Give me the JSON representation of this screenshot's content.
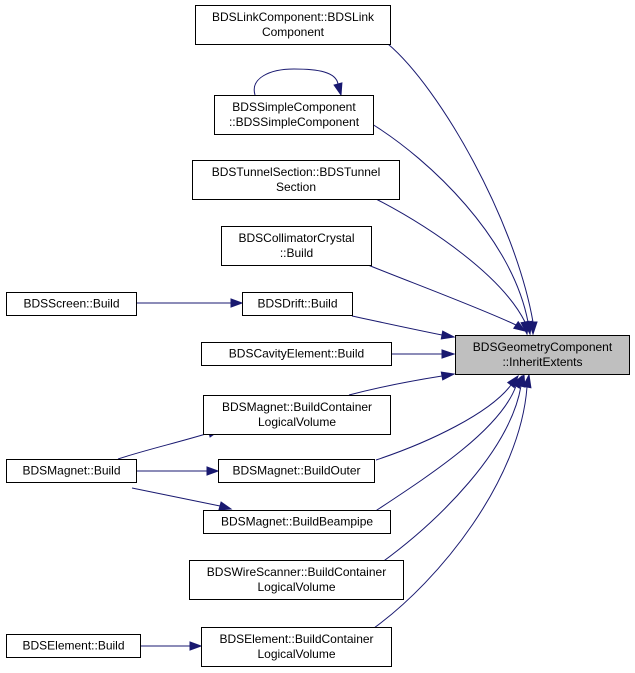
{
  "diagram": {
    "nodes": [
      {
        "id": "n_link",
        "lines": [
          "BDSLinkComponent::BDSLink",
          "Component"
        ]
      },
      {
        "id": "n_simple",
        "lines": [
          "BDSSimpleComponent",
          "::BDSSimpleComponent"
        ]
      },
      {
        "id": "n_tunnel",
        "lines": [
          "BDSTunnelSection::BDSTunnel",
          "Section"
        ]
      },
      {
        "id": "n_crystal",
        "lines": [
          "BDSCollimatorCrystal",
          "::Build"
        ]
      },
      {
        "id": "n_screen",
        "lines": [
          "BDSScreen::Build"
        ]
      },
      {
        "id": "n_drift",
        "lines": [
          "BDSDrift::Build"
        ]
      },
      {
        "id": "n_cavity",
        "lines": [
          "BDSCavityElement::Build"
        ]
      },
      {
        "id": "n_target",
        "lines": [
          "BDSGeometryComponent",
          "::InheritExtents"
        ],
        "focus": true
      },
      {
        "id": "n_magcont",
        "lines": [
          "BDSMagnet::BuildContainer",
          "LogicalVolume"
        ]
      },
      {
        "id": "n_magbuild",
        "lines": [
          "BDSMagnet::Build"
        ]
      },
      {
        "id": "n_magouter",
        "lines": [
          "BDSMagnet::BuildOuter"
        ]
      },
      {
        "id": "n_magbeam",
        "lines": [
          "BDSMagnet::BuildBeampipe"
        ]
      },
      {
        "id": "n_wire",
        "lines": [
          "BDSWireScanner::BuildContainer",
          "LogicalVolume"
        ]
      },
      {
        "id": "n_elbuild",
        "lines": [
          "BDSElement::Build"
        ]
      },
      {
        "id": "n_elcont",
        "lines": [
          "BDSElement::BuildContainer",
          "LogicalVolume"
        ]
      }
    ],
    "edges": [
      {
        "from": "n_link",
        "to": "n_target"
      },
      {
        "from": "n_simple",
        "to": "n_simple"
      },
      {
        "from": "n_simple",
        "to": "n_target"
      },
      {
        "from": "n_tunnel",
        "to": "n_target"
      },
      {
        "from": "n_crystal",
        "to": "n_target"
      },
      {
        "from": "n_screen",
        "to": "n_drift"
      },
      {
        "from": "n_drift",
        "to": "n_target"
      },
      {
        "from": "n_cavity",
        "to": "n_target"
      },
      {
        "from": "n_magcont",
        "to": "n_target"
      },
      {
        "from": "n_magbuild",
        "to": "n_magcont"
      },
      {
        "from": "n_magbuild",
        "to": "n_magouter"
      },
      {
        "from": "n_magbuild",
        "to": "n_magbeam"
      },
      {
        "from": "n_magouter",
        "to": "n_target"
      },
      {
        "from": "n_magbeam",
        "to": "n_target"
      },
      {
        "from": "n_wire",
        "to": "n_target"
      },
      {
        "from": "n_elbuild",
        "to": "n_elcont"
      },
      {
        "from": "n_elcont",
        "to": "n_target"
      }
    ]
  }
}
